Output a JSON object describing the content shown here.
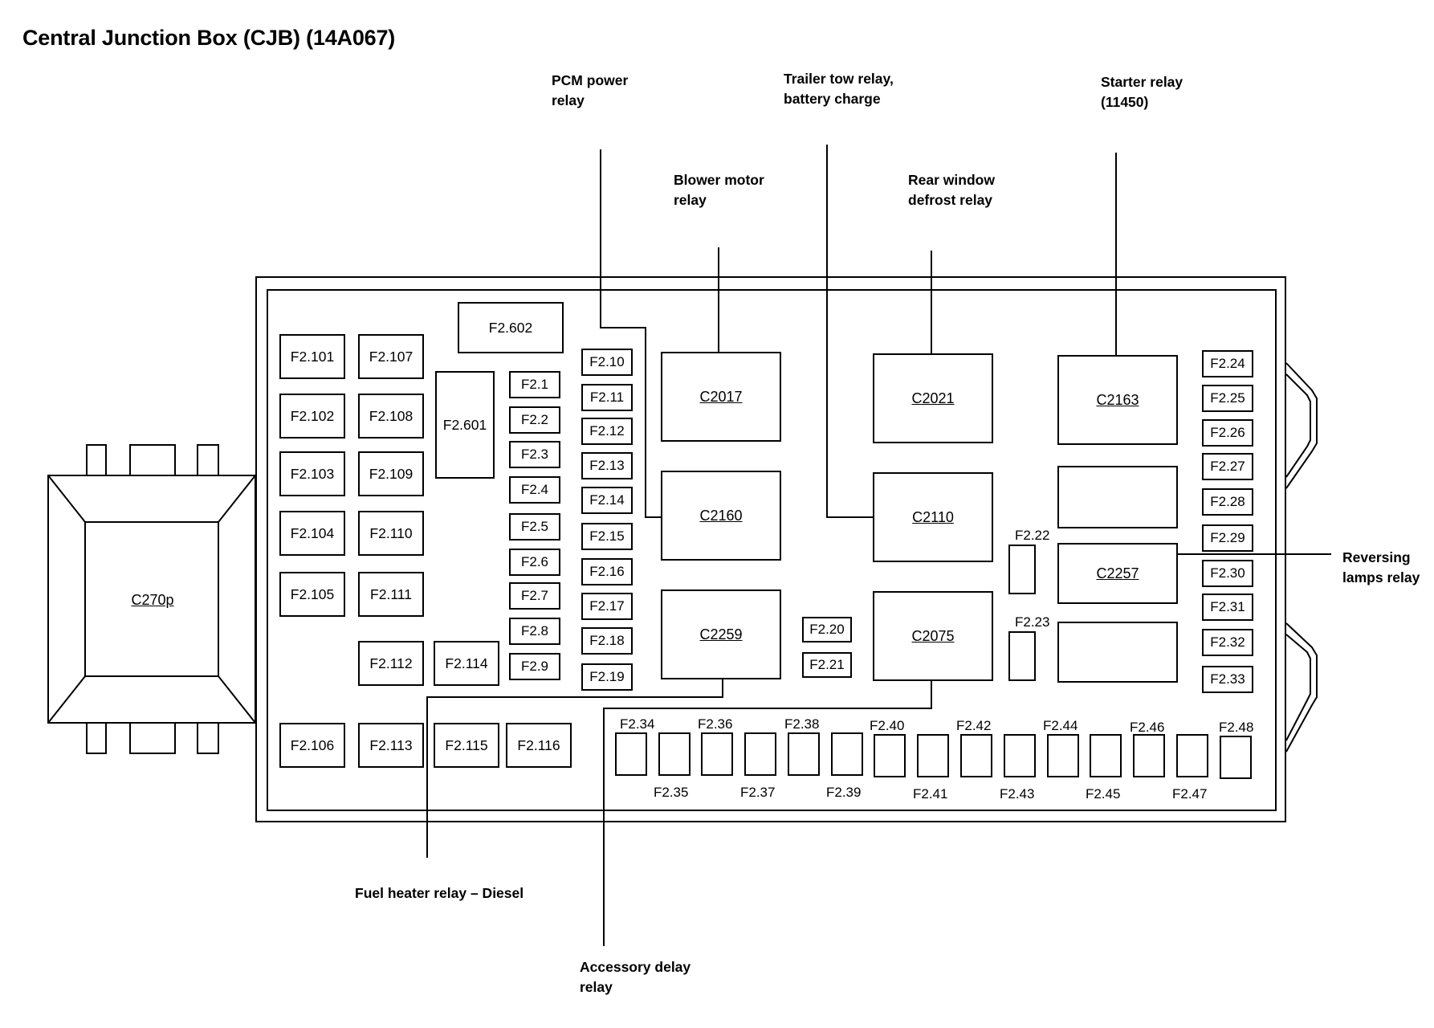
{
  "title": "Central Junction Box (CJB) (14A067)",
  "connector": "C270p",
  "callouts": {
    "pcm_power": [
      "PCM power",
      "relay"
    ],
    "blower": [
      "Blower motor",
      "relay"
    ],
    "trailer_tow": [
      "Trailer tow relay,",
      "battery charge"
    ],
    "rear_window": [
      "Rear window",
      "defrost relay"
    ],
    "starter": [
      "Starter relay",
      "(11450)"
    ],
    "reversing": [
      "Reversing",
      "lamps relay"
    ],
    "fuel_heater": [
      "Fuel heater relay – Diesel"
    ],
    "accessory": [
      "Accessory delay",
      "relay"
    ]
  },
  "relays": [
    "C2017",
    "C2160",
    "C2259",
    "C2021",
    "C2110",
    "C2075",
    "C2163",
    "C2257"
  ],
  "maxi_fuses": [
    "F2.101",
    "F2.102",
    "F2.103",
    "F2.104",
    "F2.105",
    "F2.106",
    "F2.107",
    "F2.108",
    "F2.109",
    "F2.110",
    "F2.111",
    "F2.112",
    "F2.113",
    "F2.114",
    "F2.115",
    "F2.116",
    "F2.601",
    "F2.602"
  ],
  "fuses_col_a": [
    "F2.1",
    "F2.2",
    "F2.3",
    "F2.4",
    "F2.5",
    "F2.6",
    "F2.7",
    "F2.8",
    "F2.9"
  ],
  "fuses_col_b": [
    "F2.10",
    "F2.11",
    "F2.12",
    "F2.13",
    "F2.14",
    "F2.15",
    "F2.16",
    "F2.17",
    "F2.18",
    "F2.19"
  ],
  "fuses_mid": [
    "F2.20",
    "F2.21"
  ],
  "fuses_tall": [
    "F2.22",
    "F2.23"
  ],
  "fuses_right": [
    "F2.24",
    "F2.25",
    "F2.26",
    "F2.27",
    "F2.28",
    "F2.29",
    "F2.30",
    "F2.31",
    "F2.32",
    "F2.33"
  ],
  "fuses_bottom_top": [
    "F2.34",
    "F2.36",
    "F2.38",
    "F2.40",
    "F2.42",
    "F2.44",
    "F2.46",
    "F2.48"
  ],
  "fuses_bottom_bottom": [
    "F2.35",
    "F2.37",
    "F2.39",
    "F2.41",
    "F2.43",
    "F2.45",
    "F2.47"
  ]
}
